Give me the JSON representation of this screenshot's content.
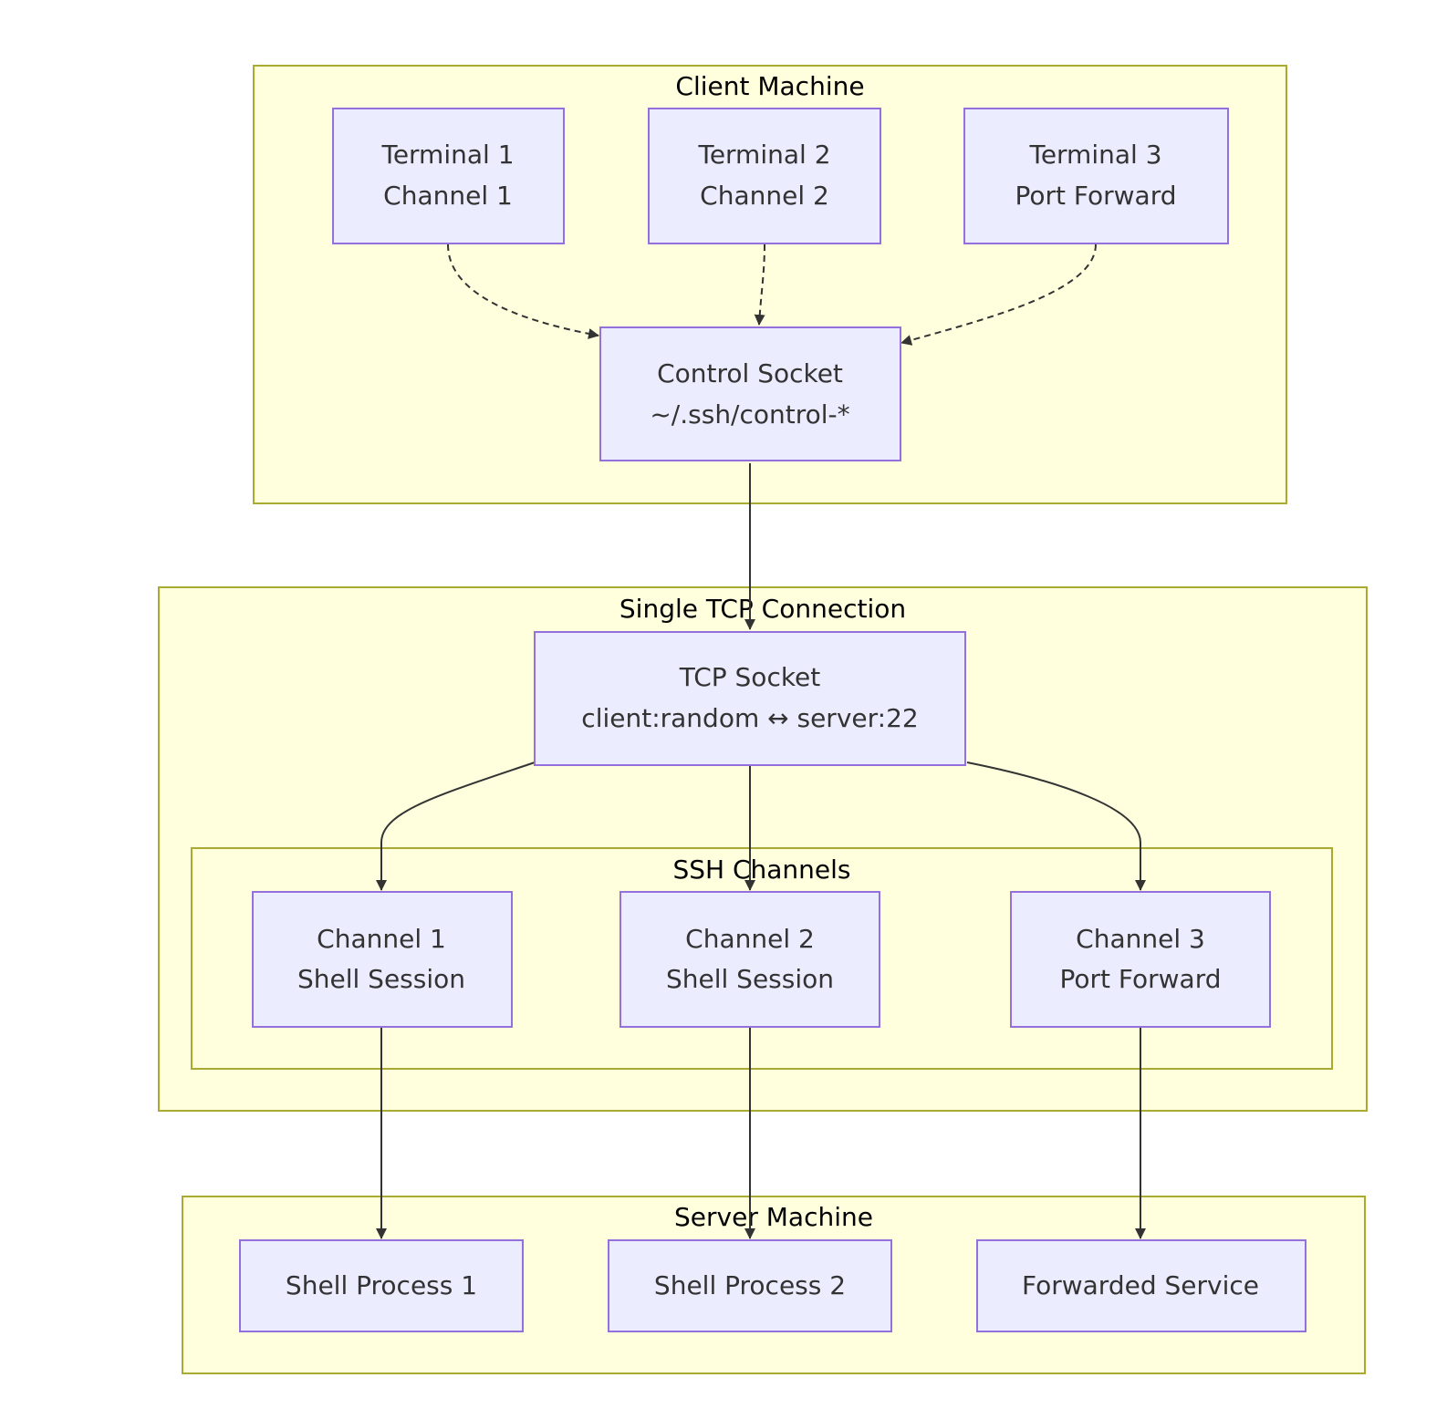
{
  "clusters": {
    "client": {
      "title": "Client Machine"
    },
    "tcp": {
      "title": "Single TCP Connection"
    },
    "channels": {
      "title": "SSH Channels"
    },
    "server": {
      "title": "Server Machine"
    }
  },
  "nodes": {
    "terminal1": {
      "line1": "Terminal 1",
      "line2": "Channel 1"
    },
    "terminal2": {
      "line1": "Terminal 2",
      "line2": "Channel 2"
    },
    "terminal3": {
      "line1": "Terminal 3",
      "line2": "Port Forward"
    },
    "control_socket": {
      "line1": "Control Socket",
      "line2": "~/.ssh/control-*"
    },
    "tcp_socket": {
      "line1": "TCP Socket",
      "line2": "client:random ↔ server:22"
    },
    "channel1": {
      "line1": "Channel 1",
      "line2": "Shell Session"
    },
    "channel2": {
      "line1": "Channel 2",
      "line2": "Shell Session"
    },
    "channel3": {
      "line1": "Channel 3",
      "line2": "Port Forward"
    },
    "shell1": {
      "label": "Shell Process 1"
    },
    "shell2": {
      "label": "Shell Process 2"
    },
    "forwarded": {
      "label": "Forwarded Service"
    }
  },
  "edges": [
    {
      "from": "terminal1",
      "to": "control_socket",
      "style": "dashed"
    },
    {
      "from": "terminal2",
      "to": "control_socket",
      "style": "dashed"
    },
    {
      "from": "terminal3",
      "to": "control_socket",
      "style": "dashed"
    },
    {
      "from": "control_socket",
      "to": "tcp_socket",
      "style": "solid"
    },
    {
      "from": "tcp_socket",
      "to": "channel1",
      "style": "solid"
    },
    {
      "from": "tcp_socket",
      "to": "channel2",
      "style": "solid"
    },
    {
      "from": "tcp_socket",
      "to": "channel3",
      "style": "solid"
    },
    {
      "from": "channel1",
      "to": "shell1",
      "style": "solid"
    },
    {
      "from": "channel2",
      "to": "shell2",
      "style": "solid"
    },
    {
      "from": "channel3",
      "to": "forwarded",
      "style": "solid"
    }
  ]
}
